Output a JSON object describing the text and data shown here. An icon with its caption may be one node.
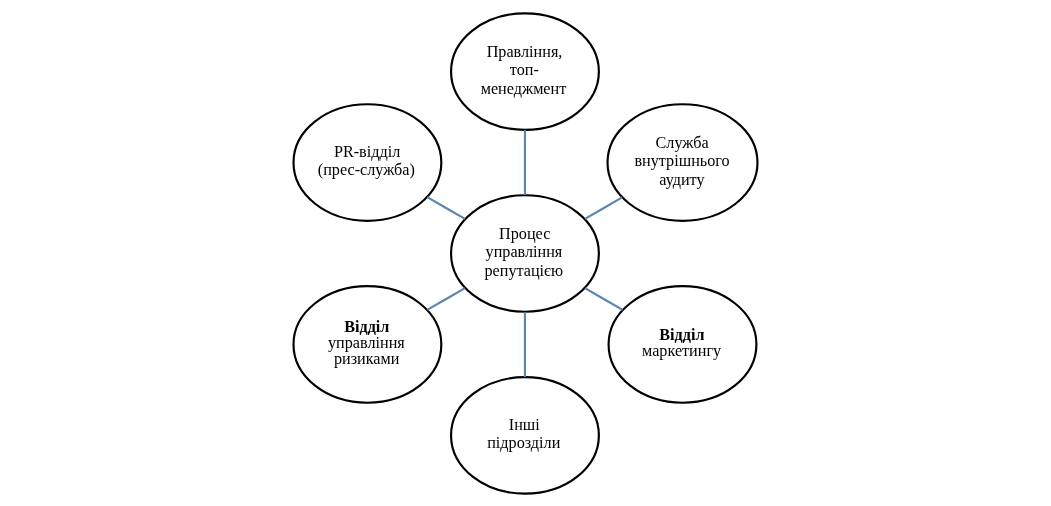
{
  "diagram": {
    "nodes": [
      {
        "text": [
          "Служба внутрішнього аудиту"
        ]
      },
      {
        "text": [
          "Правління, топ-менеджмент"
        ]
      },
      {
        "text": [
          "PR-відділ (прес-служба)"
        ]
      },
      {
        "text": [
          "Процес управління репутацією"
        ]
      },
      {
        "text": [
          "**Відділ** управління ризиками"
        ]
      },
      {
        "text": [
          "Інші підрозділи"
        ]
      },
      {
        "text": [
          "**Відділ** маркетингу"
        ]
      }
    ],
    "edges": [
      {
        "from": 3,
        "to": 0,
        "arrow": "none"
      },
      {
        "from": 3,
        "to": 1,
        "arrow": "none"
      },
      {
        "from": 3,
        "to": 2,
        "arrow": "none"
      },
      {
        "from": 3,
        "to": 4,
        "arrow": "none"
      },
      {
        "from": 3,
        "to": 5,
        "arrow": "none"
      },
      {
        "from": 3,
        "to": 6,
        "arrow": "none"
      }
    ]
  }
}
